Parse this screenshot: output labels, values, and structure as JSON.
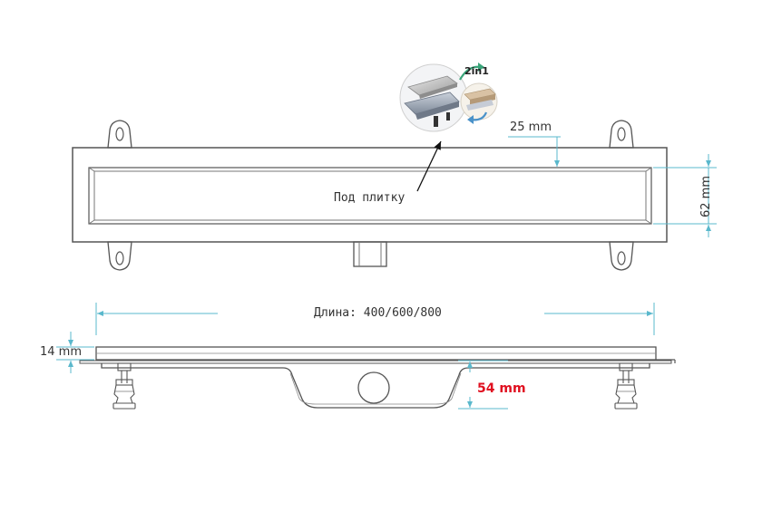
{
  "labels": {
    "under_tile": "Под плитку",
    "length": "Длина: 400/600/800",
    "depth_25": "25 mm",
    "height_62": "62 mm",
    "height_14": "14 mm",
    "height_54": "54 mm",
    "badge_2in1": "2in1"
  },
  "colors": {
    "outline": "#555555",
    "dimension": "#5ab8cc",
    "highlight": "#e01020",
    "text": "#333333"
  },
  "icons": {
    "rotate": "rotate-arrows-icon"
  }
}
